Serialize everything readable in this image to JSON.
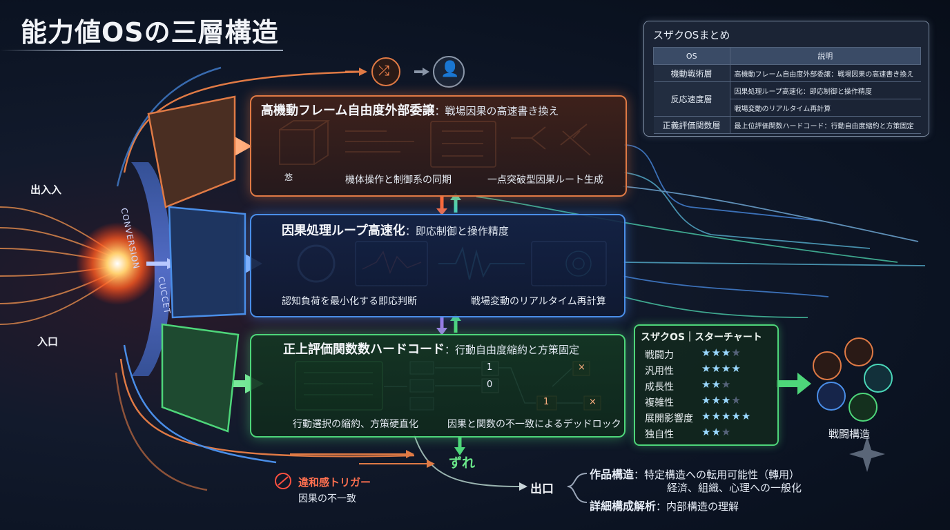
{
  "title": "能力値OSの三層構造",
  "layers": {
    "top": {
      "title": "高機動フレーム自由度外部委譲",
      "subtitle": "：戦場因果の高速書き換え",
      "caption_small": "悠",
      "caption_left": "機体操作と制御系の同期",
      "caption_right": "一点突破型因果ルート生成"
    },
    "middle": {
      "title": "因果処理ループ高速化",
      "subtitle": "：即応制御と操作精度",
      "caption_left": "認知負荷を最小化する即応判断",
      "caption_right": "戦場変動のリアルタイム再計算"
    },
    "bottom": {
      "title": "正上評価関数数ハードコード",
      "subtitle": "：行動自由度縮約と方策固定",
      "caption_left": "行動選択の縮約、方策硬直化",
      "caption_right": "因果と関数の不一致によるデッドロック",
      "node_1": "1",
      "node_0": "0",
      "node_1b": "1",
      "node_x1": "×",
      "node_x2": "×"
    }
  },
  "ring": {
    "word_top": "CONVERSION",
    "word_bottom": "CUCCET"
  },
  "inputs": {
    "top": "出入入",
    "bottom": "入口"
  },
  "zure": "ずれ",
  "trigger": {
    "title": "違和感トリガー",
    "sub": "因果の不一致"
  },
  "exit": {
    "label": "出口",
    "item1_title": "作品構造",
    "item1_line1": "：特定構造への転用可能性（轉用）",
    "item1_line2": "経済、組織、心理への一般化",
    "item2_title": "詳細構成解析",
    "item2_sub": "：内部構造の理解"
  },
  "summary": {
    "title": "スザクOSまとめ",
    "header_os": "OS",
    "header_desc": "説明",
    "rows": [
      {
        "os": "機動戦術層",
        "desc": "高機動フレーム自由度外部委譲：戦場因果の高速書き換え"
      },
      {
        "os": "反応速度層",
        "desc": "因果処理ループ高速化：即応制御と操作精度",
        "desc2": "戦場変動のリアルタイム再計算"
      },
      {
        "os": "正義評価関数層",
        "desc": "最上位評価関数ハードコード：行動自由度縮約と方策固定"
      }
    ]
  },
  "star_chart": {
    "title": "スザクOS｜スターチャート",
    "max": 5,
    "rows": [
      {
        "label": "戦闘力",
        "filled": 3,
        "empty": 1
      },
      {
        "label": "汎用性",
        "filled": 4,
        "empty": 0
      },
      {
        "label": "成長性",
        "filled": 2,
        "empty": 1
      },
      {
        "label": "複雑性",
        "filled": 3,
        "empty": 1
      },
      {
        "label": "展開影響度",
        "filled": 5,
        "empty": 0
      },
      {
        "label": "独自性",
        "filled": 2,
        "empty": 1
      }
    ]
  },
  "battle": {
    "label": "戦闘構造"
  },
  "colors": {
    "orange": "#e07a45",
    "blue": "#4a8ee8",
    "green": "#4ed67a",
    "red": "#ff5040"
  }
}
